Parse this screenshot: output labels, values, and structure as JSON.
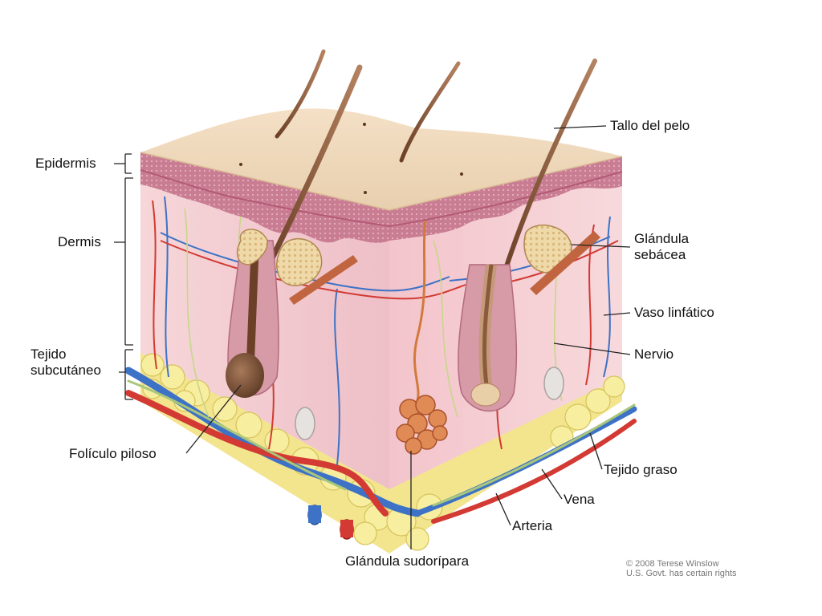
{
  "labels": {
    "epidermis": "Epidermis",
    "dermis": "Dermis",
    "subcutaneous": "Tejido\nsubcutáneo",
    "hair_follicle": "Folículo piloso",
    "hair_shaft": "Tallo del pelo",
    "sebaceous_gland": "Glándula\nsebácea",
    "lymph_vessel": "Vaso linfático",
    "nerve": "Nervio",
    "fat_tissue": "Tejido graso",
    "vein": "Vena",
    "artery": "Arteria",
    "sweat_gland": "Glándula sudorípara"
  },
  "credit": "© 2008 Terese Winslow\nU.S. Govt. has certain rights",
  "colors": {
    "skin_top": "#ecd5b4",
    "epidermis_band": "#c9798f",
    "dermis": "#f1c9cf",
    "fat": "#f3e58e",
    "artery": "#d23a33",
    "vein": "#3d72c6",
    "lymph": "#a9c77a",
    "hair": "#8a5a3b"
  }
}
